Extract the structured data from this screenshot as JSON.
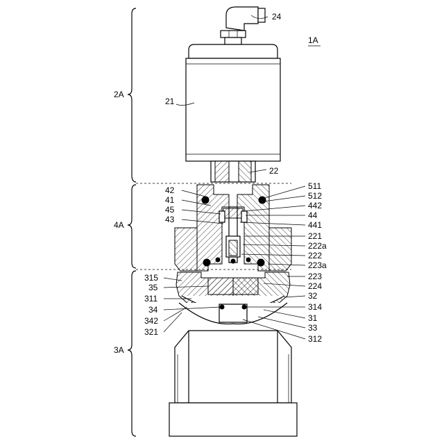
{
  "figure_id": "1A",
  "sections": {
    "top": "2A",
    "middle": "4A",
    "bottom": "3A"
  },
  "labels": {
    "l24": "24",
    "l21": "21",
    "l22": "22",
    "l42": "42",
    "l41": "41",
    "l45": "45",
    "l43": "43",
    "l315": "315",
    "l35": "35",
    "l311": "311",
    "l34": "34",
    "l342": "342",
    "l321": "321",
    "l511": "511",
    "l512": "512",
    "l442": "442",
    "l44": "44",
    "l441": "441",
    "l221": "221",
    "l222a": "222a",
    "l222": "222",
    "l223a": "223a",
    "l223": "223",
    "l224": "224",
    "l32": "32",
    "l314": "314",
    "l31": "31",
    "l33": "33",
    "l312": "312"
  }
}
